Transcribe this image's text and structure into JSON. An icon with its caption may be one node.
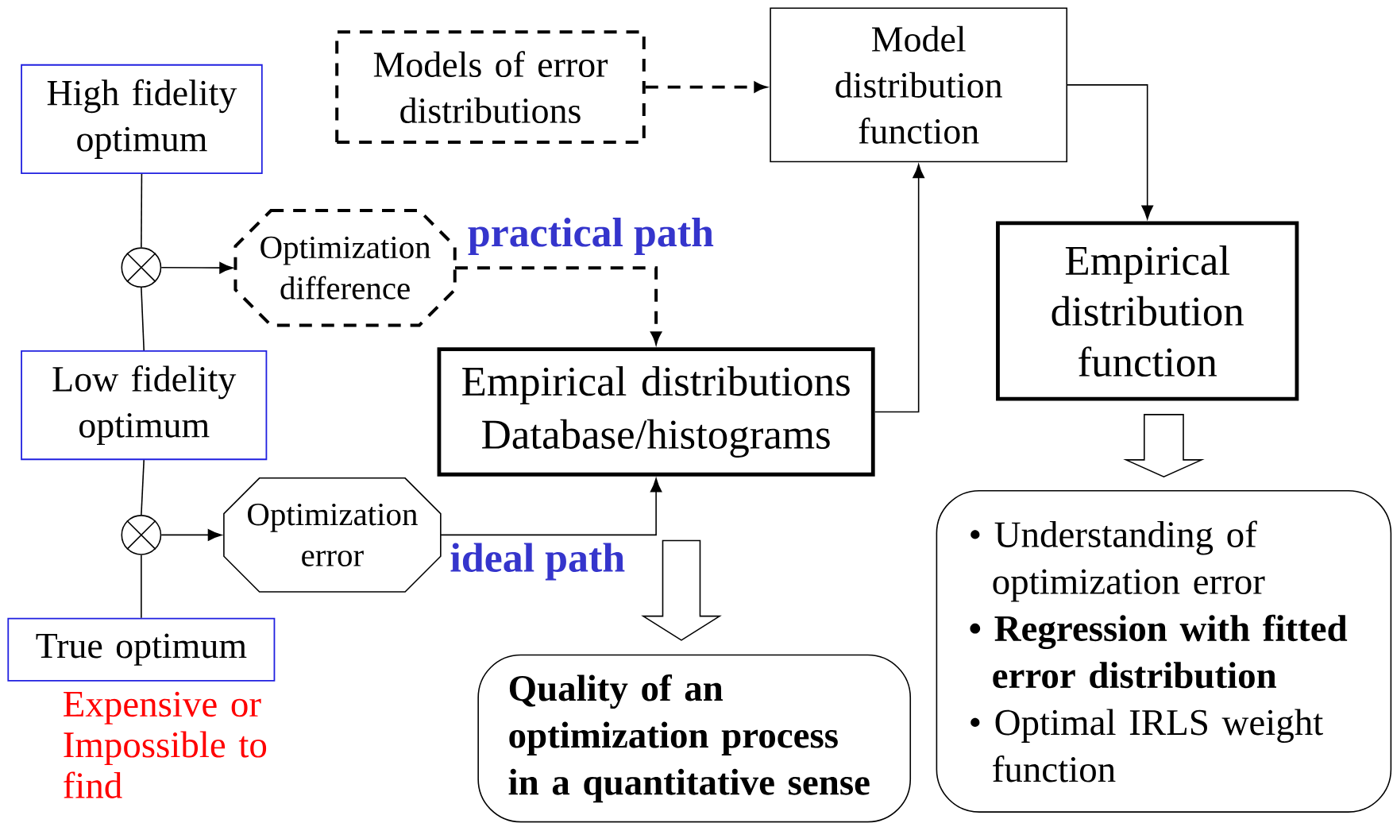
{
  "diagram": {
    "nodes": [
      {
        "text": [
          "High fidelity optimum"
        ]
      },
      {
        "text": [],
        "shape": "circle"
      },
      {
        "text": [
          "Optimization difference"
        ]
      },
      {
        "text": [
          "Models of error distributions"
        ]
      },
      {
        "text": [
          "Model distribution function"
        ]
      },
      {
        "text": [
          "Low fidelity optimum"
        ]
      },
      {
        "text": [
          "Empirical distributions",
          "Database/histograms"
        ]
      },
      {
        "text": [
          "Empirical distribution function"
        ]
      },
      {
        "text": [],
        "shape": "circle"
      },
      {
        "text": [
          "Optimization error"
        ]
      },
      {
        "text": [
          "True optimum"
        ],
        "beside": [
          "Expensive or Impossible to find"
        ]
      },
      {
        "text": [
          "Quality of an optimization process in a quantitative sense"
        ]
      },
      {
        "text": [
          "• Understanding of optimization error",
          "• Regression with fitted error distribution",
          "• Optimal IRLS weight function"
        ]
      }
    ],
    "edges": [
      {
        "from": 0,
        "to": 1,
        "arrow": "none"
      },
      {
        "from": 1,
        "to": 5,
        "arrow": "none"
      },
      {
        "from": 1,
        "to": 2,
        "arrow": "to"
      },
      {
        "from": 5,
        "to": 8,
        "arrow": "none"
      },
      {
        "from": 8,
        "to": 10,
        "arrow": "none"
      },
      {
        "from": 8,
        "to": 9,
        "arrow": "to"
      },
      {
        "from": 2,
        "to": 6,
        "arrow": "to",
        "style": "dashed",
        "label": "practical path"
      },
      {
        "from": 9,
        "to": 6,
        "arrow": "to",
        "label": "ideal path"
      },
      {
        "from": 3,
        "to": 4,
        "arrow": "to",
        "style": "dashed"
      },
      {
        "from": 6,
        "to": 4,
        "arrow": "to"
      },
      {
        "from": 4,
        "to": 7,
        "arrow": "to"
      },
      {
        "from": 7,
        "to": 12,
        "arrow": "to"
      },
      {
        "from": 6,
        "to": 11,
        "arrow": "to"
      }
    ]
  }
}
